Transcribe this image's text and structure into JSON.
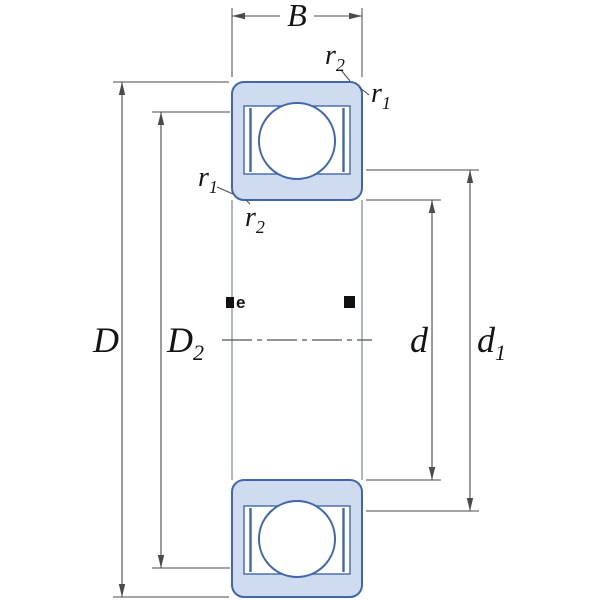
{
  "figure": {
    "type": "technical-drawing",
    "subject": "deep-groove-ball-bearing-cross-section-with-shields",
    "background": "#ffffff",
    "colors": {
      "dimension_line": "#4a4a4a",
      "label_text": "#141414",
      "bearing_outline": "#4066ac",
      "bearing_fill": "#cfdcf0",
      "ball_fill": "#ffffff",
      "silhouette_line": "#7f8fa6"
    },
    "labels": {
      "B": {
        "main": "B"
      },
      "D": {
        "main": "D"
      },
      "D2": {
        "main": "D",
        "sub": "2"
      },
      "d": {
        "main": "d"
      },
      "d1": {
        "main": "d",
        "sub": "1"
      },
      "r2_top": {
        "main": "r",
        "sub": "2"
      },
      "r1_right": {
        "main": "r",
        "sub": "1"
      },
      "r1_left": {
        "main": "r",
        "sub": "1"
      },
      "r2_left": {
        "main": "r",
        "sub": "2"
      }
    },
    "watermark": {
      "fragment": "e"
    }
  }
}
